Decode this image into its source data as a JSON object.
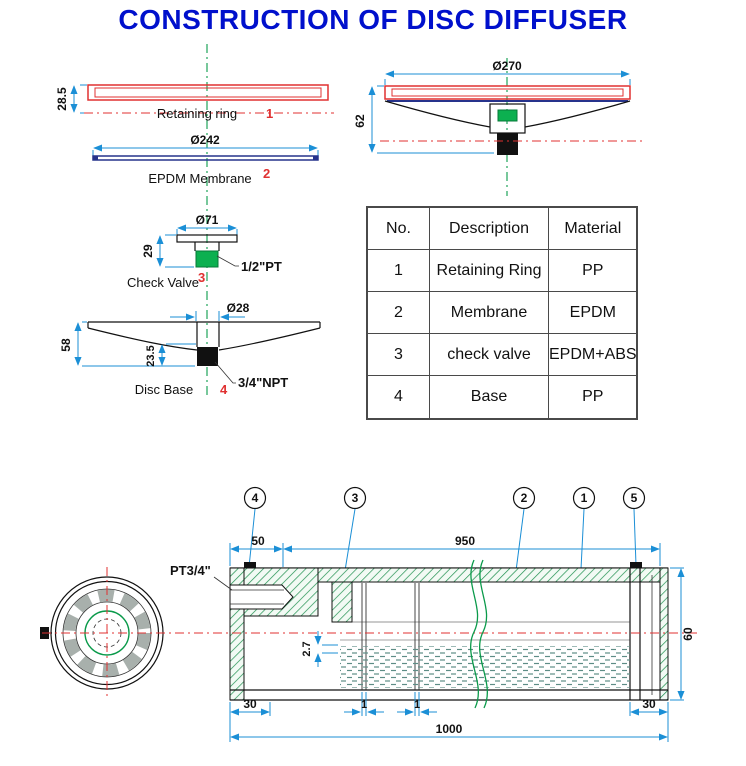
{
  "title": "CONSTRUCTION OF DISC DIFFUSER",
  "colors": {
    "title_blue": "#0010CC",
    "outline_red": "#E03030",
    "dimension_blue": "#1B8FD6",
    "centerline_green": "#0A9A4A",
    "valve_green": "#0CB050",
    "membrane_navy": "#26338C"
  },
  "exploded": {
    "retaining_ring": {
      "label": "Retaining ring",
      "num": "1",
      "height_dim": "28.5"
    },
    "membrane": {
      "label": "EPDM Membrane",
      "num": "2",
      "dia_dim": "Ø242"
    },
    "check_valve": {
      "label": "Check Valve",
      "num": "3",
      "dia_dim": "Ø71",
      "height_dim": "29",
      "thread": "1/2\"PT"
    },
    "disc_base": {
      "label": "Disc Base",
      "num": "4",
      "dia_dim": "Ø28",
      "height_dim": "58",
      "hub_dim": "23.5",
      "thread": "3/4\"NPT"
    }
  },
  "assembled": {
    "dia_dim": "Ø270",
    "height_dim": "62"
  },
  "table": {
    "headers": [
      "No.",
      "Description",
      "Material"
    ],
    "rows": [
      [
        "1",
        "Retaining Ring",
        "PP"
      ],
      [
        "2",
        "Membrane",
        "EPDM"
      ],
      [
        "3",
        "check valve",
        "EPDM+ABS"
      ],
      [
        "4",
        "Base",
        "PP"
      ]
    ]
  },
  "section": {
    "callouts": [
      "4",
      "3",
      "2",
      "1",
      "5"
    ],
    "thread_label": "PT3/4\"",
    "dims": {
      "top_left": "50",
      "top_right": "950",
      "bottom_left": "30",
      "groove_a": "1",
      "groove_b": "1",
      "bottom_right": "30",
      "overall": "1000",
      "height": "60",
      "membrane_thk": "2.7"
    }
  }
}
